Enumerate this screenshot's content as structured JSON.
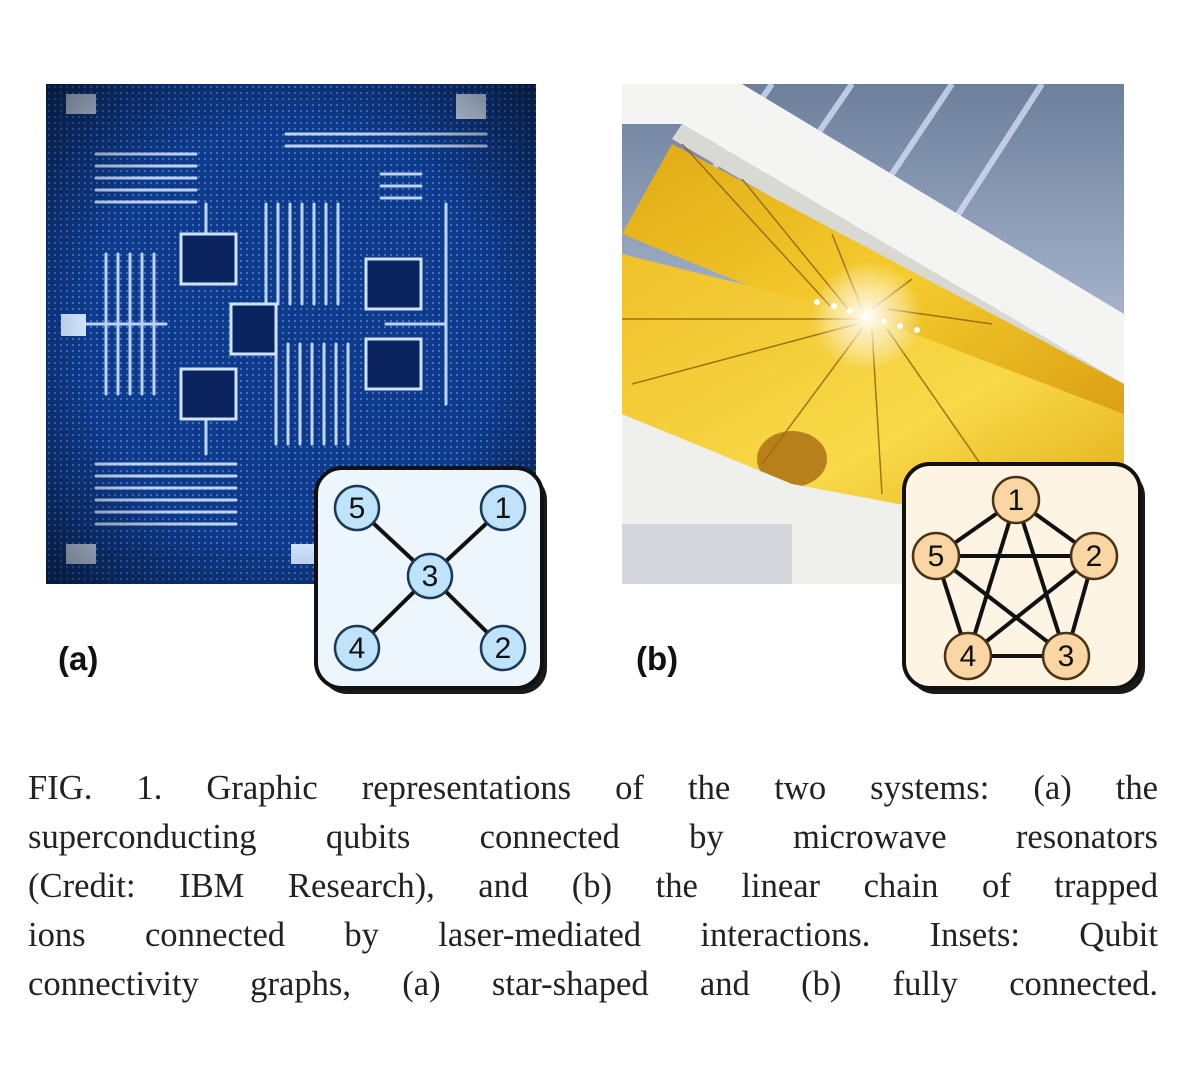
{
  "panels": {
    "a": {
      "label": "(a)",
      "photo_icon": "superconducting-chip-image",
      "inset": {
        "shape": "star",
        "nodes": [
          "1",
          "2",
          "3",
          "4",
          "5"
        ],
        "edges": [
          [
            "3",
            "1"
          ],
          [
            "3",
            "2"
          ],
          [
            "3",
            "4"
          ],
          [
            "3",
            "5"
          ]
        ],
        "node_fill": "#bfe3fb",
        "node_stroke": "#1c3a57",
        "background": "#eef6fd"
      }
    },
    "b": {
      "label": "(b)",
      "photo_icon": "ion-trap-image",
      "inset": {
        "shape": "fully-connected",
        "nodes": [
          "1",
          "2",
          "3",
          "4",
          "5"
        ],
        "edges": [
          [
            "1",
            "2"
          ],
          [
            "1",
            "3"
          ],
          [
            "1",
            "4"
          ],
          [
            "1",
            "5"
          ],
          [
            "2",
            "3"
          ],
          [
            "2",
            "4"
          ],
          [
            "2",
            "5"
          ],
          [
            "3",
            "4"
          ],
          [
            "3",
            "5"
          ],
          [
            "4",
            "5"
          ]
        ],
        "node_fill": "#f9d6a4",
        "node_stroke": "#4a3414",
        "background": "#fdf4e3"
      }
    }
  },
  "caption": {
    "lines": [
      "FIG. 1. Graphic representations of the two systems: (a) the",
      "superconducting qubits connected by microwave resonators",
      "(Credit: IBM Research), and (b) the linear chain of trapped",
      "ions connected by laser-mediated interactions. Insets: Qubit",
      "connectivity graphs, (a) star-shaped and (b) fully connected."
    ]
  }
}
